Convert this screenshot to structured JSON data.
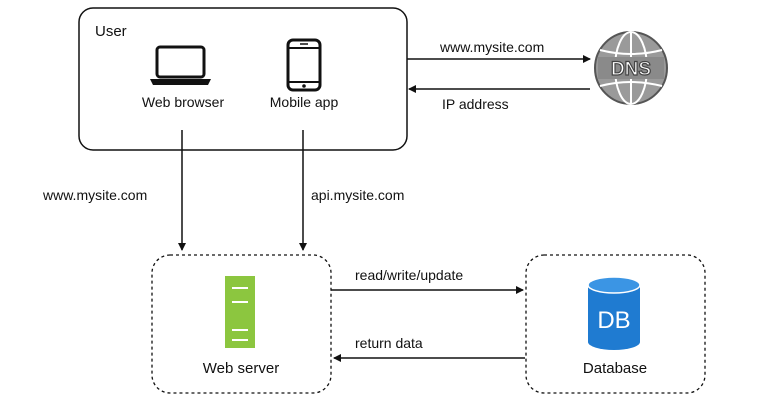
{
  "user_group": {
    "title": "User",
    "web_browser_label": "Web browser",
    "mobile_app_label": "Mobile app"
  },
  "dns": {
    "icon_text": "DNS",
    "request_label": "www.mysite.com",
    "response_label": "IP address"
  },
  "flows": {
    "browser_to_server": "www.mysite.com",
    "app_to_server": "api.mysite.com",
    "server_to_db": "read/write/update",
    "db_to_server": "return data"
  },
  "web_server": {
    "label": "Web server"
  },
  "database": {
    "label": "Database",
    "icon_text": "DB"
  },
  "colors": {
    "server_green": "#8cc63f",
    "db_blue": "#1f7bd1",
    "dns_grey": "#8a8a8a",
    "line": "#111111"
  }
}
